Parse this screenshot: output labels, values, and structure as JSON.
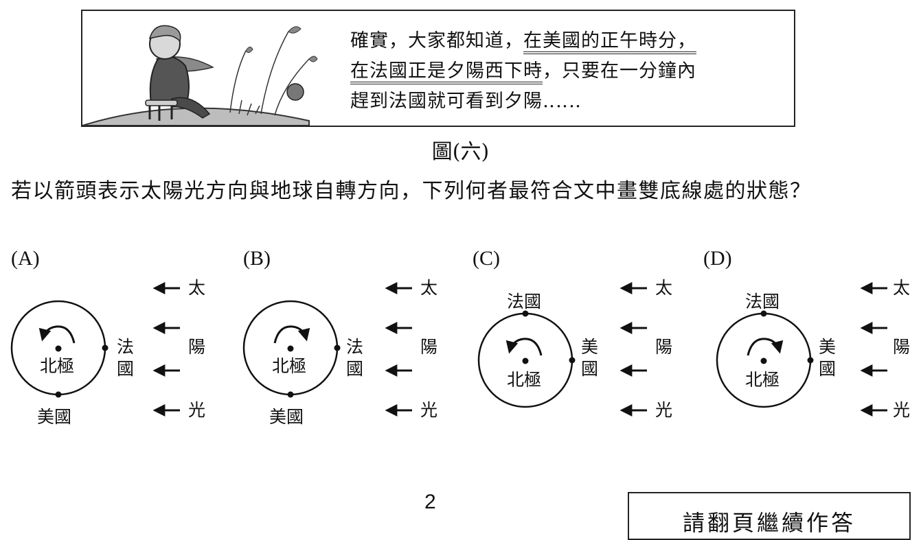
{
  "figure": {
    "quote_line1_a": "確實，大家都知道，",
    "quote_line1_b": "在美國的正午時分，",
    "quote_line2_a": "在法國正是夕陽西下時",
    "quote_line2_b": "，只要在一分鐘內",
    "quote_line3": "趕到法國就可看到夕陽‥‥‥",
    "caption": "圖(六)"
  },
  "question": {
    "stem": "若以箭頭表示太陽光方向與地球自轉方向，下列何者最符合文中畫雙底線處的狀態？"
  },
  "options": [
    {
      "label": "(A)",
      "north_pole": "北極",
      "france": "法國",
      "usa": "美國",
      "rotation": "counterclockwise"
    },
    {
      "label": "(B)",
      "north_pole": "北極",
      "france": "法國",
      "usa": "美國",
      "rotation": "clockwise"
    },
    {
      "label": "(C)",
      "north_pole": "北極",
      "france": "法國",
      "usa": "美國",
      "rotation": "counterclockwise"
    },
    {
      "label": "(D)",
      "north_pole": "北極",
      "france": "法國",
      "usa": "美國",
      "rotation": "clockwise"
    }
  ],
  "sunlight": {
    "char1": "太",
    "char2": "陽",
    "char3": "光"
  },
  "footer": {
    "page_number": "2",
    "continue_text": "請翻頁繼續作答"
  }
}
